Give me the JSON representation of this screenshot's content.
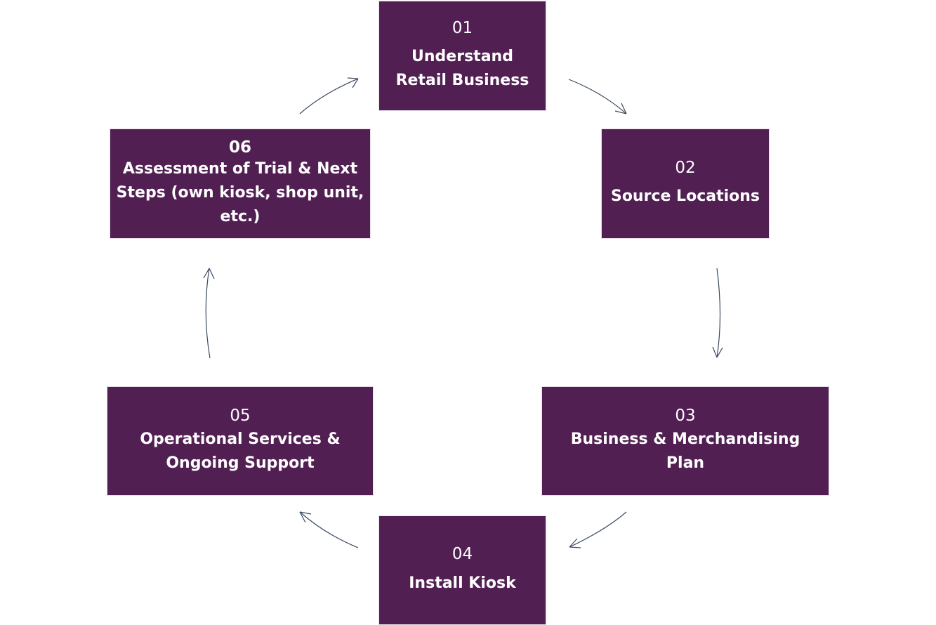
{
  "colors": {
    "box_fill": "#521F53",
    "text": "#FFFFFF",
    "arrow": "#3B4A5E"
  },
  "steps": [
    {
      "number": "01",
      "title_lines": [
        "Understand",
        "Retail Business"
      ]
    },
    {
      "number": "02",
      "title_lines": [
        "Source Locations"
      ]
    },
    {
      "number": "03",
      "title_lines": [
        "Business & Merchandising",
        "Plan"
      ]
    },
    {
      "number": "04",
      "title_lines": [
        "Install Kiosk"
      ]
    },
    {
      "number": "05",
      "title_lines": [
        "Operational Services &",
        "Ongoing Support"
      ]
    },
    {
      "number": "06",
      "title_lines": [
        "Assessment of Trial & Next",
        "Steps (own kiosk, shop unit,",
        "etc.)"
      ]
    }
  ]
}
